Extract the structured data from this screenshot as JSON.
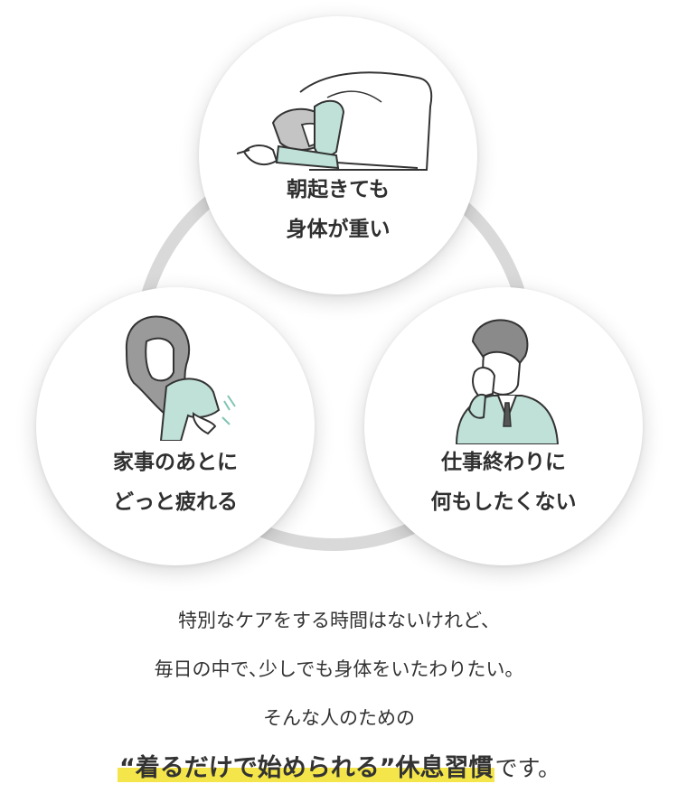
{
  "circles": {
    "top": {
      "line1": "朝起きても",
      "line2": "身体が重い"
    },
    "left": {
      "line1": "家事のあとに",
      "line2": "どっと疲れる"
    },
    "right": {
      "line1": "仕事終わりに",
      "line2": "何もしたくない"
    }
  },
  "message": {
    "line1": "特別なケアをする時間はないけれど、",
    "line2": "毎日の中で､少しでも身体をいたわりたい。",
    "line3": "そんな人のための",
    "highlight": "“着るだけで始められる”休息習慣",
    "suffix": "です。"
  },
  "colors": {
    "ring": "#d9d9d9",
    "mint": "#bfe1d8",
    "highlight": "#f4e64a",
    "hair": "#8a8a8a",
    "text": "#333333"
  }
}
